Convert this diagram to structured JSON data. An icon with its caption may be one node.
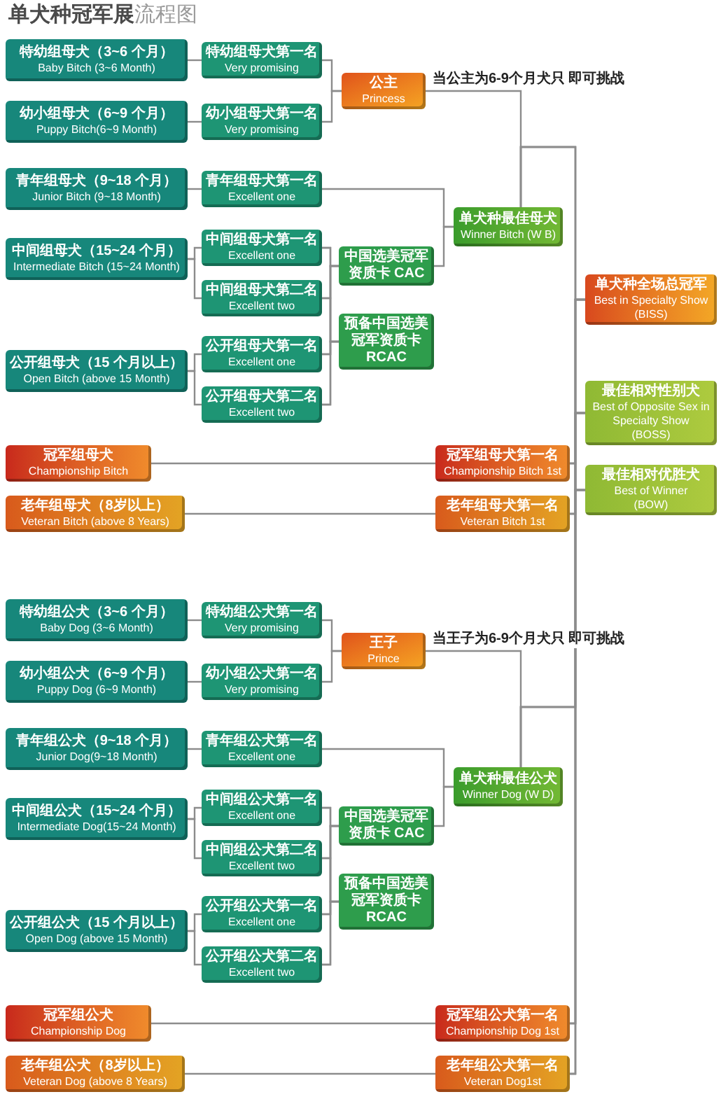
{
  "diagram": {
    "title": "**单犬种冠军展**流程图",
    "nodes": [
      {
        "text": [
          "特幼组母犬（3~6 个月）",
          "Baby Bitch (3~6 Month)"
        ]
      },
      {
        "text": [
          "特幼组母犬第一名",
          "Very promising"
        ]
      },
      {
        "text": [
          "幼小组母犬（6~9 个月）",
          "Puppy Bitch(6~9 Month)"
        ]
      },
      {
        "text": [
          "幼小组母犬第一名",
          "Very promising"
        ]
      },
      {
        "text": [
          "公主",
          "Princess"
        ]
      },
      {
        "text": [
          "青年组母犬（9~18 个月）",
          "Junior Bitch (9~18 Month)"
        ]
      },
      {
        "text": [
          "青年组母犬第一名",
          "Excellent one"
        ]
      },
      {
        "text": [
          "中间组母犬（15~24 个月）",
          "Intermediate Bitch (15~24 Month)"
        ]
      },
      {
        "text": [
          "中间组母犬第一名",
          "Excellent one"
        ]
      },
      {
        "text": [
          "中间组母犬第二名",
          "Excellent two"
        ]
      },
      {
        "text": [
          "中国选美冠军资质卡 CAC"
        ]
      },
      {
        "text": [
          "预备中国选美冠军资质卡 RCAC"
        ]
      },
      {
        "text": [
          "公开组母犬（15 个月以上）",
          "Open Bitch (above 15 Month)"
        ]
      },
      {
        "text": [
          "公开组母犬第一名",
          "Excellent one"
        ]
      },
      {
        "text": [
          "公开组母犬第二名",
          "Excellent two"
        ]
      },
      {
        "text": [
          "冠军组母犬",
          "Championship Bitch"
        ]
      },
      {
        "text": [
          "老年组母犬（8岁以上）",
          "Veteran Bitch (above 8 Years)"
        ]
      },
      {
        "text": [
          "单犬种最佳母犬",
          "Winner Bitch (W B)"
        ]
      },
      {
        "text": [
          "冠军组母犬第一名",
          "Championship Bitch 1st"
        ]
      },
      {
        "text": [
          "老年组母犬第一名",
          "Veteran Bitch 1st"
        ]
      },
      {
        "text": [
          "单犬种全场总冠军",
          "Best in Specialty Show (BISS)"
        ]
      },
      {
        "text": [
          "最佳相对性别犬",
          "Best of Opposite Sex in Specialty Show",
          "(BOSS)"
        ]
      },
      {
        "text": [
          "最佳相对优胜犬",
          "Best of Winner",
          "(BOW)"
        ]
      },
      {
        "text": [
          "特幼组公犬（3~6 个月）",
          "Baby Dog (3~6 Month)"
        ]
      },
      {
        "text": [
          "特幼组公犬第一名",
          "Very promising"
        ]
      },
      {
        "text": [
          "幼小组公犬（6~9 个月）",
          "Puppy Dog (6~9 Month)"
        ]
      },
      {
        "text": [
          "幼小组公犬第一名",
          "Very promising"
        ]
      },
      {
        "text": [
          "王子",
          "Prince"
        ]
      },
      {
        "text": [
          "青年组公犬（9~18 个月）",
          "Junior Dog(9~18 Month)"
        ]
      },
      {
        "text": [
          "青年组公犬第一名",
          "Excellent one"
        ]
      },
      {
        "text": [
          "中间组公犬（15~24 个月）",
          "Intermediate Dog(15~24 Month)"
        ]
      },
      {
        "text": [
          "中间组公犬第一名",
          "Excellent one"
        ]
      },
      {
        "text": [
          "中间组公犬第二名",
          "Excellent two"
        ]
      },
      {
        "text": [
          "中国选美冠军资质卡 CAC"
        ]
      },
      {
        "text": [
          "预备中国选美冠军资质卡 RCAC"
        ]
      },
      {
        "text": [
          "公开组公犬（15 个月以上）",
          "Open Dog (above 15 Month)"
        ]
      },
      {
        "text": [
          "公开组公犬第一名",
          "Excellent one"
        ]
      },
      {
        "text": [
          "公开组公犬第二名",
          "Excellent two"
        ]
      },
      {
        "text": [
          "冠军组公犬",
          "Championship Dog"
        ]
      },
      {
        "text": [
          "老年组公犬（8岁以上）",
          "Veteran Dog (above 8 Years)"
        ]
      },
      {
        "text": [
          "单犬种最佳公犬",
          "Winner Dog (W D)"
        ]
      },
      {
        "text": [
          "冠军组公犬第一名",
          "Championship Dog 1st"
        ]
      },
      {
        "text": [
          "老年组公犬第一名",
          "Veteran Dog1st"
        ]
      }
    ],
    "edges": [
      {
        "from": 0,
        "to": 1,
        "arrow": "none"
      },
      {
        "from": 2,
        "to": 3,
        "arrow": "none"
      },
      {
        "from": 1,
        "to": 4,
        "arrow": "none"
      },
      {
        "from": 3,
        "to": 4,
        "arrow": "none"
      },
      {
        "from": 4,
        "to": 17,
        "arrow": "none",
        "label": "当公主为6-9个月犬只 即可挑战"
      },
      {
        "from": 5,
        "to": 6,
        "arrow": "none"
      },
      {
        "from": 6,
        "to": 17,
        "arrow": "none"
      },
      {
        "from": 10,
        "to": 17,
        "arrow": "none"
      },
      {
        "from": 7,
        "to": 8,
        "arrow": "none"
      },
      {
        "from": 7,
        "to": 9,
        "arrow": "none"
      },
      {
        "from": 12,
        "to": 13,
        "arrow": "none"
      },
      {
        "from": 12,
        "to": 14,
        "arrow": "none"
      },
      {
        "from": 8,
        "to": 10,
        "arrow": "none"
      },
      {
        "from": 8,
        "to": 11,
        "arrow": "none"
      },
      {
        "from": 9,
        "to": 10,
        "arrow": "none"
      },
      {
        "from": 9,
        "to": 11,
        "arrow": "none"
      },
      {
        "from": 13,
        "to": 10,
        "arrow": "none"
      },
      {
        "from": 13,
        "to": 11,
        "arrow": "none"
      },
      {
        "from": 14,
        "to": 10,
        "arrow": "none"
      },
      {
        "from": 14,
        "to": 11,
        "arrow": "none"
      },
      {
        "from": 15,
        "to": 18,
        "arrow": "none"
      },
      {
        "from": 16,
        "to": 19,
        "arrow": "none"
      },
      {
        "from": 23,
        "to": 24,
        "arrow": "none"
      },
      {
        "from": 25,
        "to": 26,
        "arrow": "none"
      },
      {
        "from": 24,
        "to": 27,
        "arrow": "none"
      },
      {
        "from": 26,
        "to": 27,
        "arrow": "none"
      },
      {
        "from": 27,
        "to": 40,
        "arrow": "none",
        "label": "当王子为6-9个月犬只 即可挑战"
      },
      {
        "from": 28,
        "to": 29,
        "arrow": "none"
      },
      {
        "from": 29,
        "to": 40,
        "arrow": "none"
      },
      {
        "from": 33,
        "to": 40,
        "arrow": "none"
      },
      {
        "from": 30,
        "to": 31,
        "arrow": "none"
      },
      {
        "from": 30,
        "to": 32,
        "arrow": "none"
      },
      {
        "from": 35,
        "to": 36,
        "arrow": "none"
      },
      {
        "from": 35,
        "to": 37,
        "arrow": "none"
      },
      {
        "from": 31,
        "to": 33,
        "arrow": "none"
      },
      {
        "from": 31,
        "to": 34,
        "arrow": "none"
      },
      {
        "from": 32,
        "to": 33,
        "arrow": "none"
      },
      {
        "from": 32,
        "to": 34,
        "arrow": "none"
      },
      {
        "from": 36,
        "to": 33,
        "arrow": "none"
      },
      {
        "from": 36,
        "to": 34,
        "arrow": "none"
      },
      {
        "from": 37,
        "to": 33,
        "arrow": "none"
      },
      {
        "from": 37,
        "to": 34,
        "arrow": "none"
      },
      {
        "from": 38,
        "to": 41,
        "arrow": "none"
      },
      {
        "from": 39,
        "to": 42,
        "arrow": "none"
      },
      {
        "from": 17,
        "to": 20,
        "arrow": "none"
      },
      {
        "from": 17,
        "to": 21,
        "arrow": "none"
      },
      {
        "from": 17,
        "to": 22,
        "arrow": "none"
      },
      {
        "from": 18,
        "to": 20,
        "arrow": "none"
      },
      {
        "from": 18,
        "to": 21,
        "arrow": "none"
      },
      {
        "from": 18,
        "to": 22,
        "arrow": "none"
      },
      {
        "from": 19,
        "to": 20,
        "arrow": "none"
      },
      {
        "from": 19,
        "to": 21,
        "arrow": "none"
      },
      {
        "from": 19,
        "to": 22,
        "arrow": "none"
      },
      {
        "from": 40,
        "to": 20,
        "arrow": "none"
      },
      {
        "from": 40,
        "to": 21,
        "arrow": "none"
      },
      {
        "from": 40,
        "to": 22,
        "arrow": "none"
      },
      {
        "from": 41,
        "to": 20,
        "arrow": "none"
      },
      {
        "from": 41,
        "to": 21,
        "arrow": "none"
      },
      {
        "from": 41,
        "to": 22,
        "arrow": "none"
      },
      {
        "from": 42,
        "to": 20,
        "arrow": "none"
      },
      {
        "from": 42,
        "to": 21,
        "arrow": "none"
      },
      {
        "from": 42,
        "to": 22,
        "arrow": "none"
      }
    ]
  }
}
